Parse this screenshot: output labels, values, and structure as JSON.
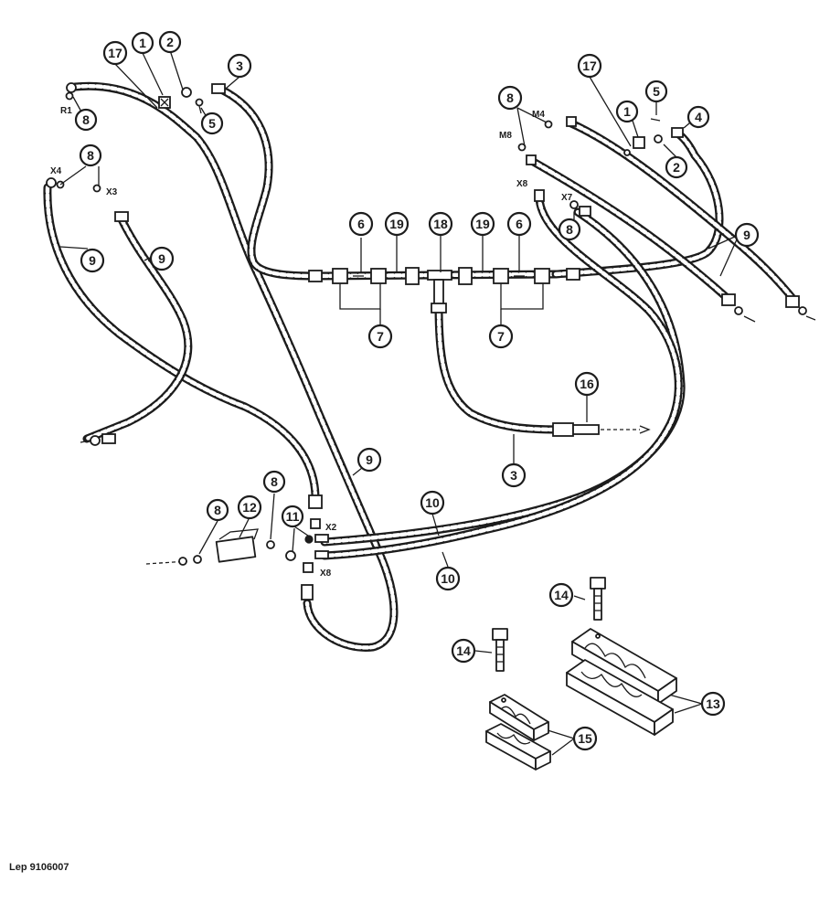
{
  "diagram": {
    "reference": "Lep 9106007",
    "callouts": [
      {
        "id": "c17a",
        "text": "17"
      },
      {
        "id": "c1a",
        "text": "1"
      },
      {
        "id": "c2a",
        "text": "2"
      },
      {
        "id": "c3a",
        "text": "3"
      },
      {
        "id": "c5a",
        "text": "5"
      },
      {
        "id": "c8a",
        "text": "8"
      },
      {
        "id": "c8b",
        "text": "8"
      },
      {
        "id": "c9a",
        "text": "9"
      },
      {
        "id": "c9b",
        "text": "9"
      },
      {
        "id": "c6a",
        "text": "6"
      },
      {
        "id": "c19a",
        "text": "19"
      },
      {
        "id": "c18",
        "text": "18"
      },
      {
        "id": "c19b",
        "text": "19"
      },
      {
        "id": "c6b",
        "text": "6"
      },
      {
        "id": "c7a",
        "text": "7"
      },
      {
        "id": "c7b",
        "text": "7"
      },
      {
        "id": "c17b",
        "text": "17"
      },
      {
        "id": "c5b",
        "text": "5"
      },
      {
        "id": "c1b",
        "text": "1"
      },
      {
        "id": "c4",
        "text": "4"
      },
      {
        "id": "c2b",
        "text": "2"
      },
      {
        "id": "c8c",
        "text": "8"
      },
      {
        "id": "c8d",
        "text": "8"
      },
      {
        "id": "c9c",
        "text": "9"
      },
      {
        "id": "c16",
        "text": "16"
      },
      {
        "id": "c3b",
        "text": "3"
      },
      {
        "id": "c9d",
        "text": "9"
      },
      {
        "id": "c10a",
        "text": "10"
      },
      {
        "id": "c10b",
        "text": "10"
      },
      {
        "id": "c8e",
        "text": "8"
      },
      {
        "id": "c8f",
        "text": "8"
      },
      {
        "id": "c12",
        "text": "12"
      },
      {
        "id": "c11",
        "text": "11"
      },
      {
        "id": "c14a",
        "text": "14"
      },
      {
        "id": "c14b",
        "text": "14"
      },
      {
        "id": "c13",
        "text": "13"
      },
      {
        "id": "c15",
        "text": "15"
      }
    ],
    "port_labels": [
      {
        "id": "R1",
        "text": "R1"
      },
      {
        "id": "X4",
        "text": "X4"
      },
      {
        "id": "X3",
        "text": "X3"
      },
      {
        "id": "M4",
        "text": "M4"
      },
      {
        "id": "M8",
        "text": "M8"
      },
      {
        "id": "X8a",
        "text": "X8"
      },
      {
        "id": "X7",
        "text": "X7"
      },
      {
        "id": "X2",
        "text": "X2"
      },
      {
        "id": "X8b",
        "text": "X8"
      }
    ]
  }
}
